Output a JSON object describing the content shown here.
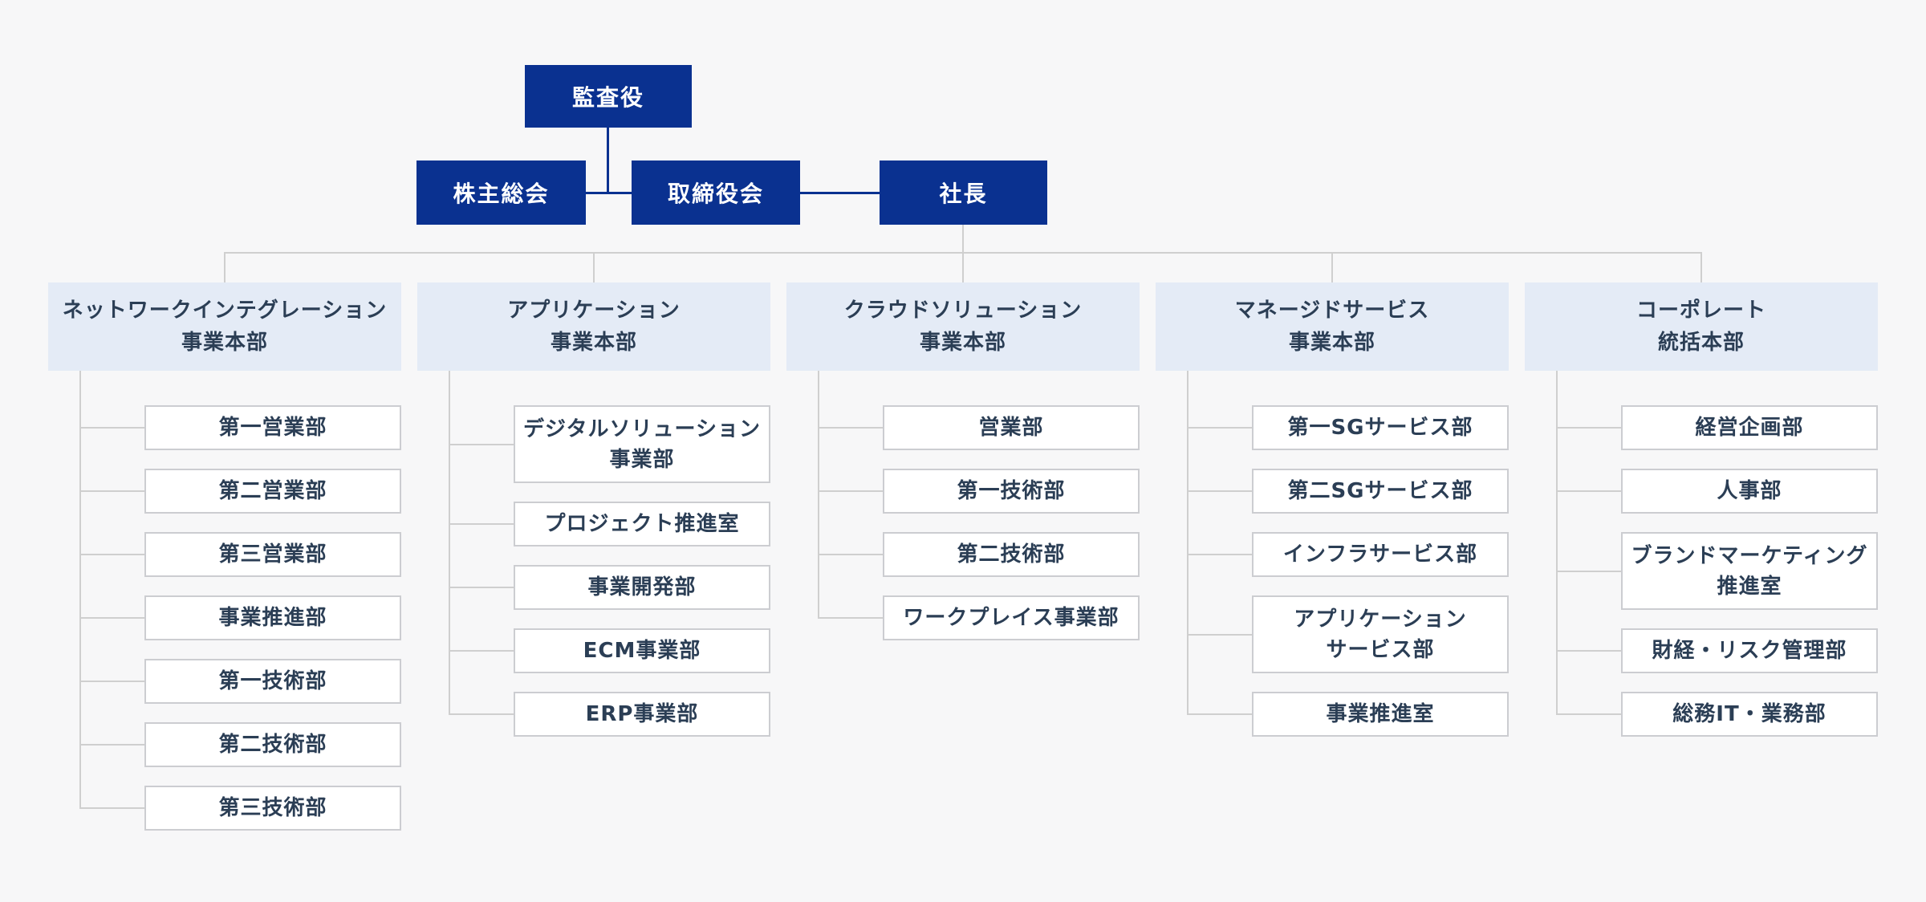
{
  "colors": {
    "background": "#f7f7f8",
    "primary_blue": "#0a3190",
    "header_blue_bg": "#e4ebf6",
    "text_navy": "#2b3e55",
    "box_border": "#cccdd1",
    "connector_gray": "#cfcfcf"
  },
  "top": {
    "auditor": "監査役",
    "shareholders_meeting": "株主総会",
    "board_of_directors": "取締役会",
    "president": "社長"
  },
  "divisions": [
    {
      "id": "network-integration",
      "title": "ネットワークインテグレーション\n事業本部",
      "children": [
        {
          "label": "第一営業部"
        },
        {
          "label": "第二営業部"
        },
        {
          "label": "第三営業部"
        },
        {
          "label": "事業推進部"
        },
        {
          "label": "第一技術部"
        },
        {
          "label": "第二技術部"
        },
        {
          "label": "第三技術部"
        }
      ]
    },
    {
      "id": "application",
      "title": "アプリケーション\n事業本部",
      "children": [
        {
          "label": "デジタルソリューション\n事業部"
        },
        {
          "label": "プロジェクト推進室"
        },
        {
          "label": "事業開発部"
        },
        {
          "label": "ECM事業部"
        },
        {
          "label": "ERP事業部"
        }
      ]
    },
    {
      "id": "cloud-solution",
      "title": "クラウドソリューション\n事業本部",
      "children": [
        {
          "label": "営業部"
        },
        {
          "label": "第一技術部"
        },
        {
          "label": "第二技術部"
        },
        {
          "label": "ワークプレイス事業部"
        }
      ]
    },
    {
      "id": "managed-service",
      "title": "マネージドサービス\n事業本部",
      "children": [
        {
          "label": "第一SGサービス部"
        },
        {
          "label": "第二SGサービス部"
        },
        {
          "label": "インフラサービス部"
        },
        {
          "label": "アプリケーション\nサービス部"
        },
        {
          "label": "事業推進室"
        }
      ]
    },
    {
      "id": "corporate",
      "title": "コーポレート\n統括本部",
      "children": [
        {
          "label": "経営企画部"
        },
        {
          "label": "人事部"
        },
        {
          "label": "ブランドマーケティング\n推進室"
        },
        {
          "label": "財経・リスク管理部"
        },
        {
          "label": "総務IT・業務部"
        }
      ]
    }
  ]
}
